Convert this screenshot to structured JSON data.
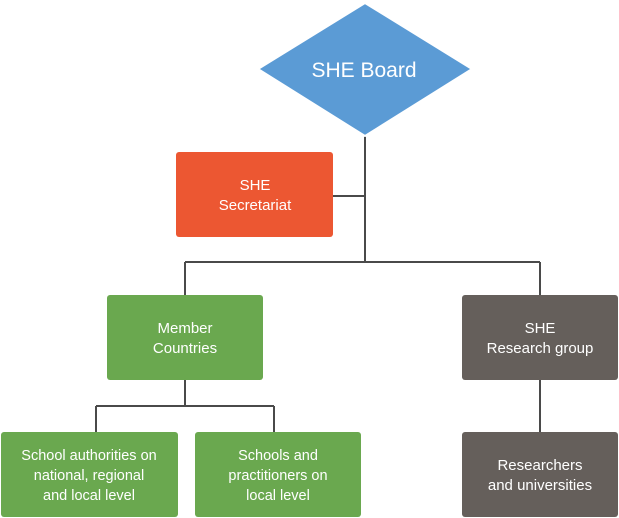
{
  "colors": {
    "board": "#5b9bd5",
    "secretariat": "#ec5732",
    "member": "#6aa84f",
    "research": "#655f5b",
    "connector": "#4a4a4a"
  },
  "nodes": {
    "board": {
      "line1": "SHE Board"
    },
    "secretariat": {
      "line1": "SHE",
      "line2": "Secretariat"
    },
    "member": {
      "line1": "Member",
      "line2": "Countries"
    },
    "research": {
      "line1": "SHE",
      "line2": "Research group"
    },
    "authorities": {
      "line1": "School authorities on",
      "line2": "national, regional",
      "line3": "and local level"
    },
    "schools": {
      "line1": "Schools and",
      "line2": "practitioners on",
      "line3": "local level"
    },
    "researchers": {
      "line1": "Researchers",
      "line2": "and universities"
    }
  }
}
